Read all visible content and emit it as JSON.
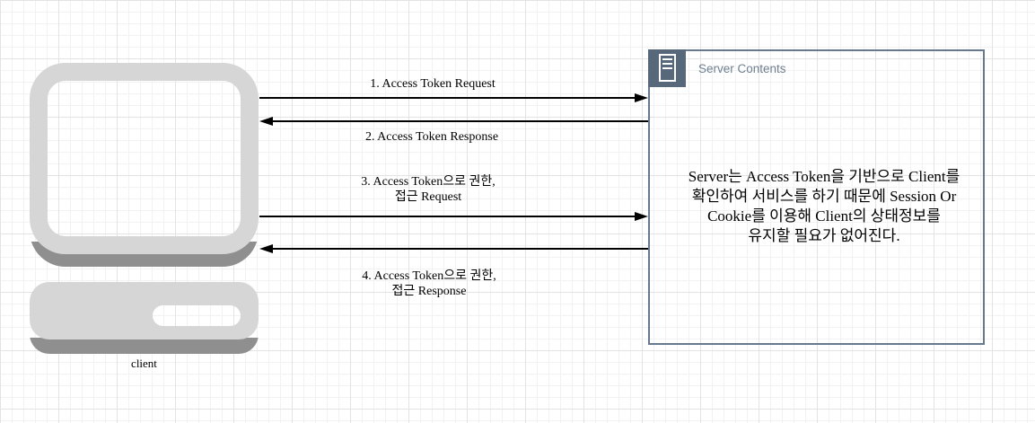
{
  "client": {
    "label": "client",
    "icon": "desktop-computer-icon"
  },
  "messages": [
    {
      "line1": "1. Access Token Request",
      "line2": "",
      "direction": "right"
    },
    {
      "line1": "2. Access Token Response",
      "line2": "",
      "direction": "left"
    },
    {
      "line1": "3. Access Token으로 권한,",
      "line2": "접근 Request",
      "direction": "right"
    },
    {
      "line1": "4. Access Token으로 권한,",
      "line2": "접근 Response",
      "direction": "left"
    }
  ],
  "server": {
    "title": "Server Contents",
    "icon": "server-rack-icon",
    "body_lines": [
      "Server는 Access Token을 기반으로 Client를",
      "확인하여 서비스를 하기 때문에 Session Or",
      "Cookie를 이용해 Client의 상태정보를",
      "유지할 필요가 없어진다."
    ]
  },
  "colors": {
    "arrow": "#000000",
    "client_body": "#d6d6d6",
    "client_shadow": "#8f8f8f",
    "server_border": "#66798e",
    "server_icon_bg": "#566879",
    "server_title_text": "#6e7f90",
    "grid_minor": "#f2f2f2",
    "grid_major": "#e3e3e3"
  }
}
